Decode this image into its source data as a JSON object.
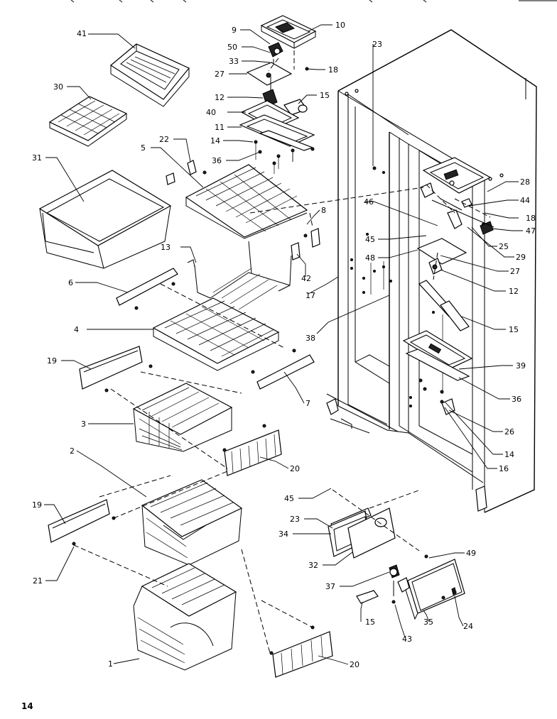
{
  "page_number": "14",
  "callouts": [
    {
      "id": "c41",
      "text": "41"
    },
    {
      "id": "c30",
      "text": "30"
    },
    {
      "id": "c31",
      "text": "31"
    },
    {
      "id": "c22",
      "text": "22"
    },
    {
      "id": "c5",
      "text": "5"
    },
    {
      "id": "c13",
      "text": "13"
    },
    {
      "id": "c6",
      "text": "6"
    },
    {
      "id": "c4",
      "text": "4"
    },
    {
      "id": "c19a",
      "text": "19"
    },
    {
      "id": "c3",
      "text": "3"
    },
    {
      "id": "c2",
      "text": "2"
    },
    {
      "id": "c19b",
      "text": "19"
    },
    {
      "id": "c21",
      "text": "21"
    },
    {
      "id": "c1",
      "text": "1"
    },
    {
      "id": "c9",
      "text": "9"
    },
    {
      "id": "c50",
      "text": "50"
    },
    {
      "id": "c33",
      "text": "33"
    },
    {
      "id": "c27a",
      "text": "27"
    },
    {
      "id": "c12a",
      "text": "12"
    },
    {
      "id": "c40",
      "text": "40"
    },
    {
      "id": "c11",
      "text": "11"
    },
    {
      "id": "c14a",
      "text": "14"
    },
    {
      "id": "c36a",
      "text": "36"
    },
    {
      "id": "c10",
      "text": "10"
    },
    {
      "id": "c18a",
      "text": "18"
    },
    {
      "id": "c15a",
      "text": "15"
    },
    {
      "id": "c8",
      "text": "8"
    },
    {
      "id": "c42",
      "text": "42"
    },
    {
      "id": "c17",
      "text": "17"
    },
    {
      "id": "c7",
      "text": "7"
    },
    {
      "id": "c20a",
      "text": "20"
    },
    {
      "id": "c20b",
      "text": "20"
    },
    {
      "id": "c23a",
      "text": "23"
    },
    {
      "id": "c46",
      "text": "46"
    },
    {
      "id": "c45a",
      "text": "45"
    },
    {
      "id": "c48",
      "text": "48"
    },
    {
      "id": "c38",
      "text": "38"
    },
    {
      "id": "c28",
      "text": "28"
    },
    {
      "id": "c44",
      "text": "44"
    },
    {
      "id": "c18b",
      "text": "18"
    },
    {
      "id": "c47",
      "text": "47"
    },
    {
      "id": "c25",
      "text": "25"
    },
    {
      "id": "c29",
      "text": "29"
    },
    {
      "id": "c27b",
      "text": "27"
    },
    {
      "id": "c12b",
      "text": "12"
    },
    {
      "id": "c15b",
      "text": "15"
    },
    {
      "id": "c39",
      "text": "39"
    },
    {
      "id": "c36b",
      "text": "36"
    },
    {
      "id": "c26",
      "text": "26"
    },
    {
      "id": "c14b",
      "text": "14"
    },
    {
      "id": "c16",
      "text": "16"
    },
    {
      "id": "c45b",
      "text": "45"
    },
    {
      "id": "c23b",
      "text": "23"
    },
    {
      "id": "c34",
      "text": "34"
    },
    {
      "id": "c32",
      "text": "32"
    },
    {
      "id": "c49",
      "text": "49"
    },
    {
      "id": "c37",
      "text": "37"
    },
    {
      "id": "c15c",
      "text": "15"
    },
    {
      "id": "c43",
      "text": "43"
    },
    {
      "id": "c35",
      "text": "35"
    },
    {
      "id": "c24",
      "text": "24"
    }
  ]
}
